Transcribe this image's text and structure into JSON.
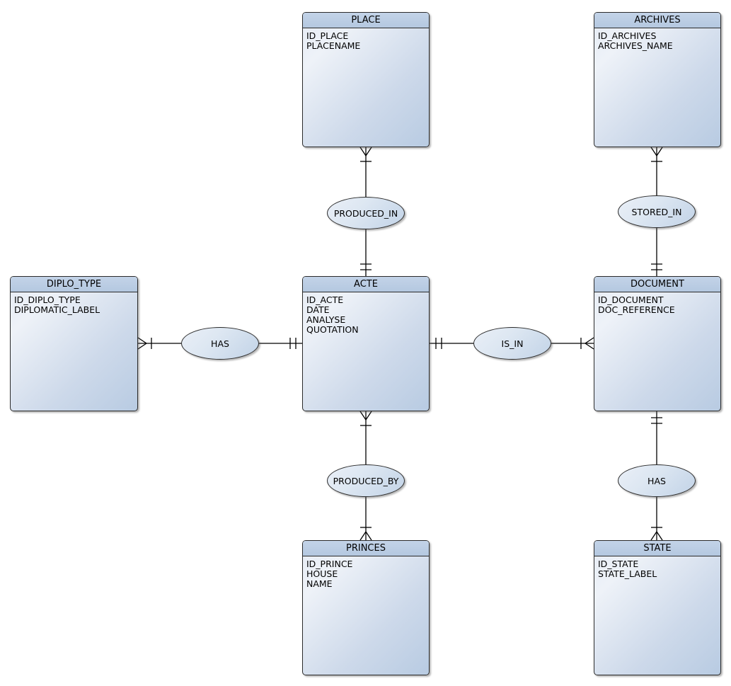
{
  "colors": {
    "background": "#ffffff",
    "entity_header": "#b8cbe2",
    "entity_body_light": "#eef2f8",
    "entity_body_dark": "#b8cbe2",
    "shape_border": "#2b2b2b",
    "connector_line": "#000000"
  },
  "entities": [
    {
      "title": "PLACE",
      "attributes": [
        "ID_PLACE",
        "PLACENAME"
      ]
    },
    {
      "title": "ARCHIVES",
      "attributes": [
        "ID_ARCHIVES",
        "ARCHIVES_NAME"
      ]
    },
    {
      "title": "DIPLO_TYPE",
      "attributes": [
        "ID_DIPLO_TYPE",
        "DIPLOMATIC_LABEL"
      ]
    },
    {
      "title": "ACTE",
      "attributes": [
        "ID_ACTE",
        "DATE",
        "ANALYSE",
        "QUOTATION"
      ]
    },
    {
      "title": "DOCUMENT",
      "attributes": [
        "ID_DOCUMENT",
        "DOC_REFERENCE"
      ]
    },
    {
      "title": "PRINCES",
      "attributes": [
        "ID_PRINCE",
        "HOUSE",
        "NAME"
      ]
    },
    {
      "title": "STATE",
      "attributes": [
        "ID_STATE",
        "STATE_LABEL"
      ]
    }
  ],
  "relationships": [
    {
      "label": "PRODUCED_IN",
      "from": "PLACE",
      "to": "ACTE",
      "from_symbol": "crow-foot-with-tick",
      "to_symbol": "double-tick"
    },
    {
      "label": "STORED_IN",
      "from": "ARCHIVES",
      "to": "DOCUMENT",
      "from_symbol": "crow-foot-with-tick",
      "to_symbol": "double-tick"
    },
    {
      "label": "HAS",
      "from": "DIPLO_TYPE",
      "to": "ACTE",
      "from_symbol": "crow-foot-with-tick",
      "to_symbol": "double-tick"
    },
    {
      "label": "IS_IN",
      "from": "ACTE",
      "to": "DOCUMENT",
      "from_symbol": "double-tick",
      "to_symbol": "crow-foot-with-tick"
    },
    {
      "label": "PRODUCED_BY",
      "from": "ACTE",
      "to": "PRINCES",
      "from_symbol": "crow-foot-with-tick",
      "to_symbol": "crow-foot-with-tick"
    },
    {
      "label": "HAS",
      "from": "DOCUMENT",
      "to": "STATE",
      "from_symbol": "double-tick",
      "to_symbol": "crow-foot-with-tick"
    }
  ]
}
